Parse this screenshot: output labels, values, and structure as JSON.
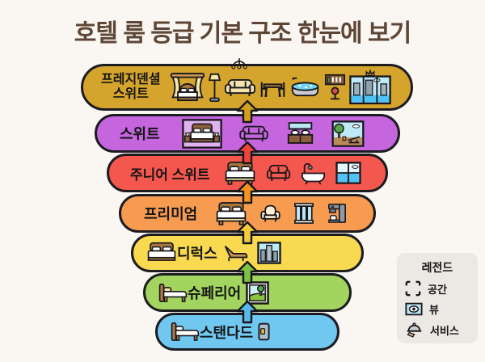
{
  "page": {
    "title": "호텔 룸 등급 기본 구조 한눈에 보기",
    "title_color": "#5E4636",
    "background": "#FAF7F2"
  },
  "tiers": [
    {
      "id": "presidential-suite",
      "label": "프레지덴셜 스위트",
      "label_line1": "프레지덴셜",
      "label_line2": "스위트",
      "color": "#D4A42C",
      "rank": 7,
      "icons": [
        "canopy-bed",
        "floor-lamp",
        "chandelier",
        "sofa",
        "dining-table",
        "jacuzzi",
        "mini-bar",
        "city-panorama-with-crown"
      ]
    },
    {
      "id": "suite",
      "label": "스위트",
      "color": "#C566DF",
      "rank": 6,
      "icons": [
        "master-bedroom",
        "sofa",
        "double-vanity",
        "terrace-lounger-view"
      ]
    },
    {
      "id": "junior-suite",
      "label": "주니어 스위트",
      "color": "#F4574E",
      "rank": 5,
      "icons": [
        "double-bed",
        "loveseat-sofa",
        "bathtub-shower",
        "sea-view-window"
      ]
    },
    {
      "id": "premium",
      "label": "프리미엄",
      "color": "#F79B50",
      "rank": 4,
      "icons": [
        "double-bed",
        "armchair",
        "balcony",
        "coffee-machine"
      ]
    },
    {
      "id": "deluxe",
      "label": "디럭스",
      "color": "#F8D94F",
      "rank": 3,
      "icons": [
        "double-bed",
        "lounge-chair",
        "city-view-window"
      ]
    },
    {
      "id": "superior",
      "label": "슈페리어",
      "color": "#A3D45F",
      "rank": 2,
      "icons": [
        "single-bed",
        "garden-view-window"
      ]
    },
    {
      "id": "standard",
      "label": "스탠다드",
      "color": "#70C7F0",
      "rank": 1,
      "icons": [
        "single-bed",
        "key-card"
      ]
    }
  ],
  "arrows": [
    {
      "from": "suite",
      "to": "presidential-suite",
      "color": "#D2A01B"
    },
    {
      "from": "junior-suite",
      "to": "suite",
      "color": "#F0433B"
    },
    {
      "from": "premium",
      "to": "junior-suite",
      "color": "#F6921E"
    },
    {
      "from": "deluxe",
      "to": "premium",
      "color": "#F2CC3D"
    },
    {
      "from": "superior",
      "to": "deluxe",
      "color": "#7DC242"
    },
    {
      "from": "standard",
      "to": "superior",
      "color": "#58B7EB"
    }
  ],
  "legend": {
    "title": "레전드",
    "items": [
      {
        "icon": "space-brackets-icon",
        "label": "공간"
      },
      {
        "icon": "view-eye-icon",
        "label": "뷰"
      },
      {
        "icon": "service-cloche-icon",
        "label": "서비스"
      }
    ]
  }
}
